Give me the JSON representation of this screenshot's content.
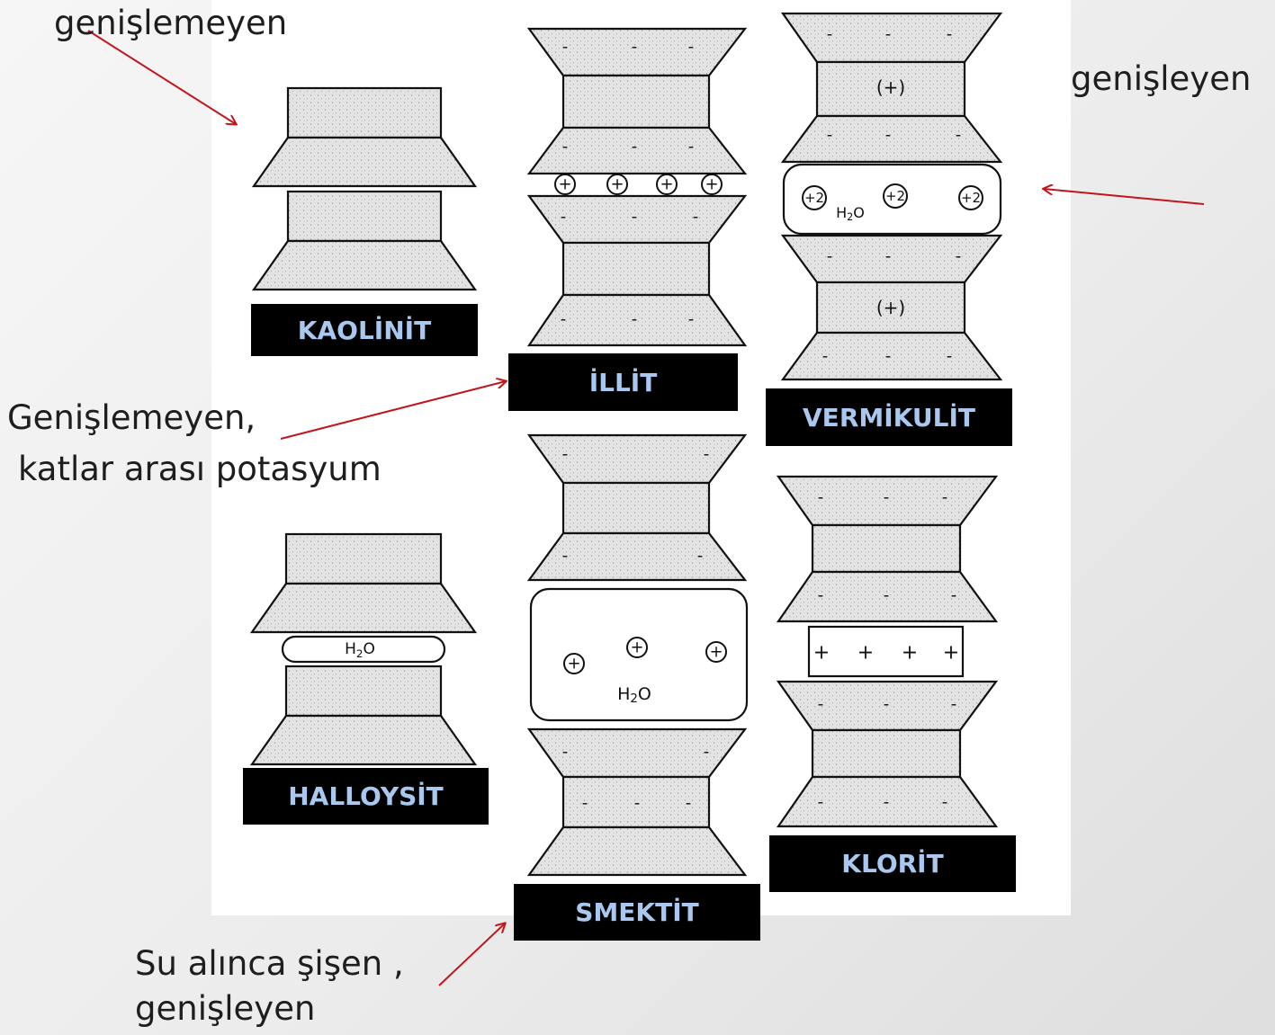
{
  "annotations": {
    "top_left": "genişlemeyen",
    "top_right": "genişleyen",
    "illite_line1": "Genişlemeyen,",
    "illite_line2": "katlar arası potasyum",
    "smectite_line1": "Su alınca şişen ,",
    "smectite_line2": "genişleyen"
  },
  "minerals": {
    "kaolinite": "KAOLİNİT",
    "illite": "İLLİT",
    "vermiculite": "VERMİKULİT",
    "halloysite": "HALLOYSİT",
    "smectite": "SMEKTİT",
    "chlorite": "KLORİT"
  },
  "diagram_text": {
    "water": "H2O",
    "plus": "+",
    "plus_two": "+2",
    "plus_paren": "(+)",
    "minus": "-"
  },
  "colors": {
    "label_bg": "#000000",
    "label_text": "#a9c8ef",
    "arrow": "#c0161c",
    "layer_fill": "#dedede"
  }
}
